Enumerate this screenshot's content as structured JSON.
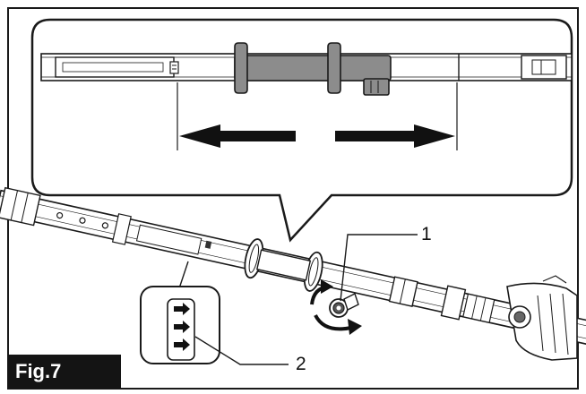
{
  "figure": {
    "label": "Fig.7",
    "callouts": [
      {
        "id": "1",
        "text": "1"
      },
      {
        "id": "2",
        "text": "2"
      }
    ],
    "colors": {
      "outline": "#1a1a1a",
      "grip_fill": "#8c8c8c",
      "label_bg": "#141414",
      "label_text": "#ffffff"
    },
    "icons": [
      "double-arrow-icon",
      "rotate-arrow-icon",
      "direction-arrow-icon"
    ]
  }
}
